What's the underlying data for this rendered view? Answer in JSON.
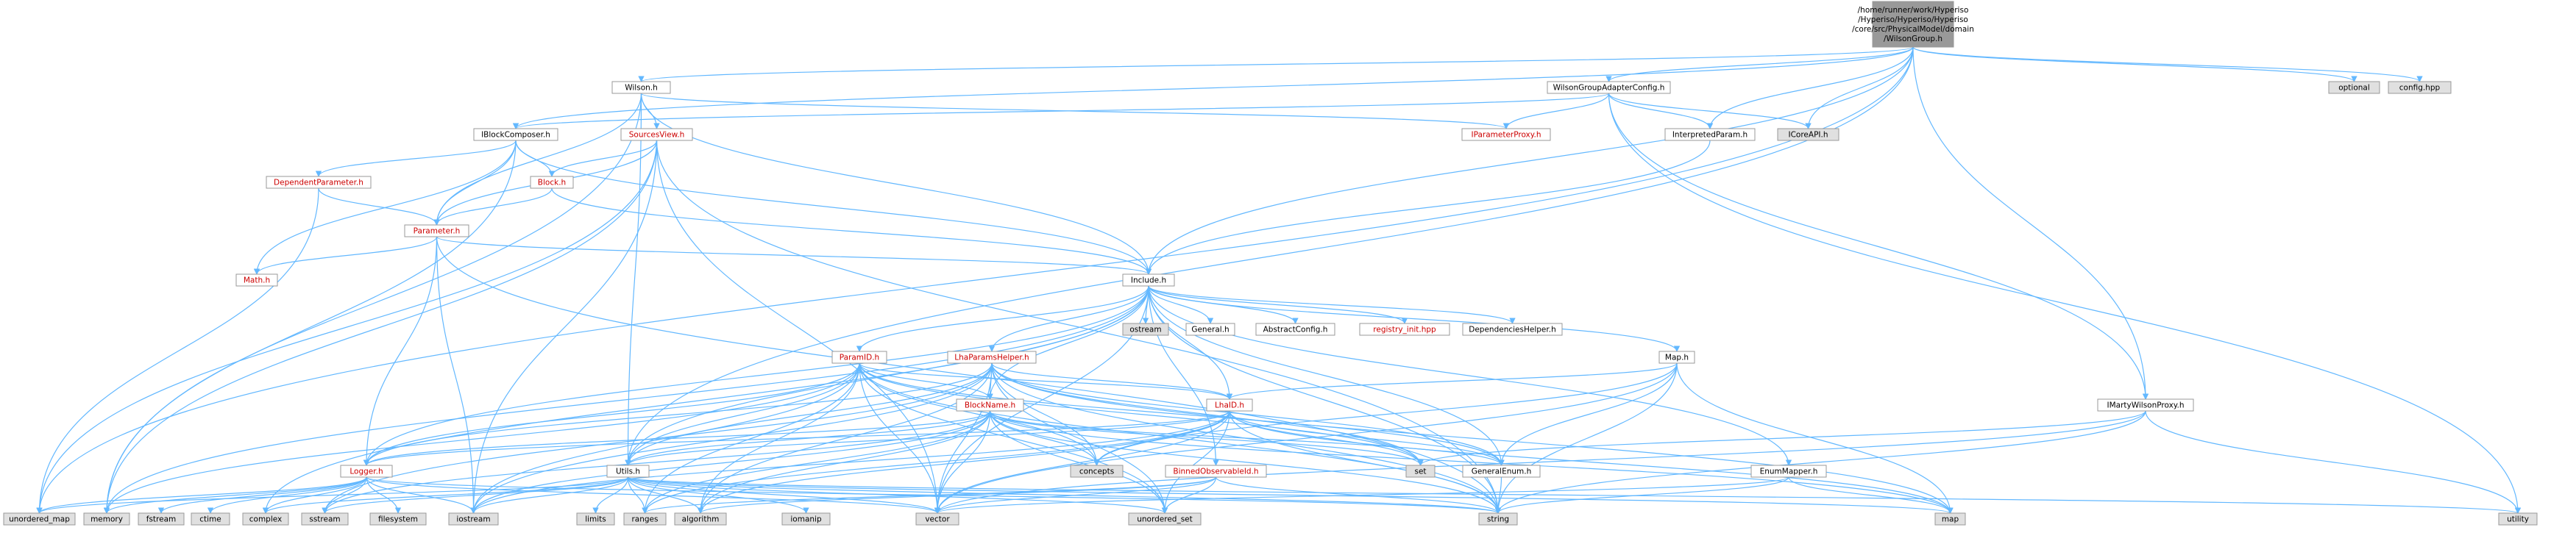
{
  "graph": {
    "colors": {
      "root_fill": "#999999",
      "local_fill": "#ffffff",
      "system_fill": "#e0e0e0",
      "red_text": "#cc0000",
      "normal_text": "#000000",
      "border": "#999999",
      "edge": "#63b8ff"
    },
    "nodes": [
      {
        "id": "root",
        "lines": [
          "/home/runner/work/Hyperiso",
          "/Hyperiso/Hyperiso/Hyperiso",
          "/core/src/PhysicalModel/domain",
          "/WilsonGroup.h"
        ],
        "kind": "root"
      },
      {
        "id": "wilson",
        "lines": [
          "Wilson.h"
        ],
        "kind": "local"
      },
      {
        "id": "wgac",
        "lines": [
          "WilsonGroupAdapterConfig.h"
        ],
        "kind": "local"
      },
      {
        "id": "optional",
        "lines": [
          "optional"
        ],
        "kind": "system"
      },
      {
        "id": "confighpp",
        "lines": [
          "config.hpp"
        ],
        "kind": "system"
      },
      {
        "id": "iblock",
        "lines": [
          "IBlockComposer.h"
        ],
        "kind": "local"
      },
      {
        "id": "sourcesview",
        "lines": [
          "SourcesView.h"
        ],
        "kind": "red"
      },
      {
        "id": "iparamproxy",
        "lines": [
          "IParameterProxy.h"
        ],
        "kind": "red"
      },
      {
        "id": "interpparam",
        "lines": [
          "InterpretedParam.h"
        ],
        "kind": "local"
      },
      {
        "id": "icoreapi",
        "lines": [
          "ICoreAPI.h"
        ],
        "kind": "system"
      },
      {
        "id": "depparam",
        "lines": [
          "DependentParameter.h"
        ],
        "kind": "red"
      },
      {
        "id": "block",
        "lines": [
          "Block.h"
        ],
        "kind": "red"
      },
      {
        "id": "parameter",
        "lines": [
          "Parameter.h"
        ],
        "kind": "red"
      },
      {
        "id": "math",
        "lines": [
          "Math.h"
        ],
        "kind": "red"
      },
      {
        "id": "include",
        "lines": [
          "Include.h"
        ],
        "kind": "local"
      },
      {
        "id": "ostream",
        "lines": [
          "ostream"
        ],
        "kind": "system"
      },
      {
        "id": "general",
        "lines": [
          "General.h"
        ],
        "kind": "local"
      },
      {
        "id": "abstractconfig",
        "lines": [
          "AbstractConfig.h"
        ],
        "kind": "local"
      },
      {
        "id": "registry",
        "lines": [
          "registry_init.hpp"
        ],
        "kind": "red"
      },
      {
        "id": "dephelper",
        "lines": [
          "DependenciesHelper.h"
        ],
        "kind": "local"
      },
      {
        "id": "paramid",
        "lines": [
          "ParamID.h"
        ],
        "kind": "red"
      },
      {
        "id": "lhaparams",
        "lines": [
          "LhaParamsHelper.h"
        ],
        "kind": "red"
      },
      {
        "id": "mapH",
        "lines": [
          "Map.h"
        ],
        "kind": "local"
      },
      {
        "id": "imarty",
        "lines": [
          "IMartyWilsonProxy.h"
        ],
        "kind": "local"
      },
      {
        "id": "blockname",
        "lines": [
          "BlockName.h"
        ],
        "kind": "red"
      },
      {
        "id": "lhaid",
        "lines": [
          "LhaID.h"
        ],
        "kind": "red"
      },
      {
        "id": "logger",
        "lines": [
          "Logger.h"
        ],
        "kind": "red"
      },
      {
        "id": "utils",
        "lines": [
          "Utils.h"
        ],
        "kind": "local"
      },
      {
        "id": "concepts",
        "lines": [
          "concepts"
        ],
        "kind": "system"
      },
      {
        "id": "set",
        "lines": [
          "set"
        ],
        "kind": "system"
      },
      {
        "id": "genenum",
        "lines": [
          "GeneralEnum.h"
        ],
        "kind": "local"
      },
      {
        "id": "binned",
        "lines": [
          "BinnedObservableId.h"
        ],
        "kind": "red"
      },
      {
        "id": "enummapper",
        "lines": [
          "EnumMapper.h"
        ],
        "kind": "local"
      },
      {
        "id": "unordered_map",
        "lines": [
          "unordered_map"
        ],
        "kind": "system"
      },
      {
        "id": "memory",
        "lines": [
          "memory"
        ],
        "kind": "system"
      },
      {
        "id": "fstream",
        "lines": [
          "fstream"
        ],
        "kind": "system"
      },
      {
        "id": "ctime",
        "lines": [
          "ctime"
        ],
        "kind": "system"
      },
      {
        "id": "complex",
        "lines": [
          "complex"
        ],
        "kind": "system"
      },
      {
        "id": "sstream",
        "lines": [
          "sstream"
        ],
        "kind": "system"
      },
      {
        "id": "filesystem",
        "lines": [
          "filesystem"
        ],
        "kind": "system"
      },
      {
        "id": "iostream",
        "lines": [
          "iostream"
        ],
        "kind": "system"
      },
      {
        "id": "limits",
        "lines": [
          "limits"
        ],
        "kind": "system"
      },
      {
        "id": "ranges",
        "lines": [
          "ranges"
        ],
        "kind": "system"
      },
      {
        "id": "algorithm",
        "lines": [
          "algorithm"
        ],
        "kind": "system"
      },
      {
        "id": "iomanip",
        "lines": [
          "iomanip"
        ],
        "kind": "system"
      },
      {
        "id": "vector",
        "lines": [
          "vector"
        ],
        "kind": "system"
      },
      {
        "id": "unordered_set",
        "lines": [
          "unordered_set"
        ],
        "kind": "system"
      },
      {
        "id": "string",
        "lines": [
          "string"
        ],
        "kind": "system"
      },
      {
        "id": "map",
        "lines": [
          "map"
        ],
        "kind": "system"
      },
      {
        "id": "utility",
        "lines": [
          "utility"
        ],
        "kind": "system"
      }
    ],
    "edges": [
      [
        "root",
        "wilson"
      ],
      [
        "root",
        "wgac"
      ],
      [
        "root",
        "optional"
      ],
      [
        "root",
        "confighpp"
      ],
      [
        "root",
        "iblock"
      ],
      [
        "root",
        "interpparam"
      ],
      [
        "root",
        "icoreapi"
      ],
      [
        "root",
        "include"
      ],
      [
        "root",
        "imarty"
      ],
      [
        "root",
        "unordered_map"
      ],
      [
        "root",
        "utils"
      ],
      [
        "wilson",
        "sourcesview"
      ],
      [
        "wilson",
        "iparamproxy"
      ],
      [
        "wilson",
        "parameter"
      ],
      [
        "wilson",
        "include"
      ],
      [
        "wilson",
        "utils"
      ],
      [
        "wilson",
        "memory"
      ],
      [
        "wgac",
        "iblock"
      ],
      [
        "wgac",
        "iparamproxy"
      ],
      [
        "wgac",
        "interpparam"
      ],
      [
        "wgac",
        "icoreapi"
      ],
      [
        "wgac",
        "imarty"
      ],
      [
        "wgac",
        "utility"
      ],
      [
        "iblock",
        "depparam"
      ],
      [
        "iblock",
        "block"
      ],
      [
        "iblock",
        "parameter"
      ],
      [
        "iblock",
        "include"
      ],
      [
        "iblock",
        "memory"
      ],
      [
        "iblock",
        "math"
      ],
      [
        "sourcesview",
        "block"
      ],
      [
        "sourcesview",
        "parameter"
      ],
      [
        "sourcesview",
        "memory"
      ],
      [
        "sourcesview",
        "unordered_map"
      ],
      [
        "sourcesview",
        "string"
      ],
      [
        "sourcesview",
        "vector"
      ],
      [
        "sourcesview",
        "iostream"
      ],
      [
        "interpparam",
        "include"
      ],
      [
        "depparam",
        "parameter"
      ],
      [
        "depparam",
        "unordered_map"
      ],
      [
        "block",
        "parameter"
      ],
      [
        "block",
        "include"
      ],
      [
        "parameter",
        "math"
      ],
      [
        "parameter",
        "include"
      ],
      [
        "parameter",
        "logger"
      ],
      [
        "parameter",
        "string"
      ],
      [
        "parameter",
        "iostream"
      ],
      [
        "include",
        "ostream"
      ],
      [
        "include",
        "general"
      ],
      [
        "include",
        "abstractconfig"
      ],
      [
        "include",
        "registry"
      ],
      [
        "include",
        "dephelper"
      ],
      [
        "include",
        "paramid"
      ],
      [
        "include",
        "lhaparams"
      ],
      [
        "include",
        "mapH"
      ],
      [
        "include",
        "blockname"
      ],
      [
        "include",
        "lhaid"
      ],
      [
        "include",
        "logger"
      ],
      [
        "include",
        "utils"
      ],
      [
        "include",
        "genenum"
      ],
      [
        "include",
        "binned"
      ],
      [
        "include",
        "enummapper"
      ],
      [
        "include",
        "string"
      ],
      [
        "include",
        "vector"
      ],
      [
        "include",
        "complex"
      ],
      [
        "include",
        "memory"
      ],
      [
        "paramid",
        "blockname"
      ],
      [
        "paramid",
        "lhaid"
      ],
      [
        "paramid",
        "logger"
      ],
      [
        "paramid",
        "utils"
      ],
      [
        "paramid",
        "concepts"
      ],
      [
        "paramid",
        "genenum"
      ],
      [
        "paramid",
        "string"
      ],
      [
        "paramid",
        "vector"
      ],
      [
        "paramid",
        "iostream"
      ],
      [
        "paramid",
        "set"
      ],
      [
        "paramid",
        "unordered_set"
      ],
      [
        "paramid",
        "algorithm"
      ],
      [
        "paramid",
        "memory"
      ],
      [
        "paramid",
        "ranges"
      ],
      [
        "lhaparams",
        "blockname"
      ],
      [
        "lhaparams",
        "lhaid"
      ],
      [
        "lhaparams",
        "logger"
      ],
      [
        "lhaparams",
        "utils"
      ],
      [
        "lhaparams",
        "set"
      ],
      [
        "lhaparams",
        "genenum"
      ],
      [
        "lhaparams",
        "map"
      ],
      [
        "lhaparams",
        "string"
      ],
      [
        "lhaparams",
        "vector"
      ],
      [
        "lhaparams",
        "concepts"
      ],
      [
        "lhaparams",
        "iostream"
      ],
      [
        "lhaparams",
        "unordered_set"
      ],
      [
        "lhaparams",
        "algorithm"
      ],
      [
        "lhaparams",
        "sstream"
      ],
      [
        "mapH",
        "lhaid"
      ],
      [
        "mapH",
        "genenum"
      ],
      [
        "mapH",
        "map"
      ],
      [
        "mapH",
        "string"
      ],
      [
        "mapH",
        "vector"
      ],
      [
        "mapH",
        "concepts"
      ],
      [
        "imarty",
        "set"
      ],
      [
        "imarty",
        "string"
      ],
      [
        "imarty",
        "utility"
      ],
      [
        "imarty",
        "vector"
      ],
      [
        "blockname",
        "logger"
      ],
      [
        "blockname",
        "utils"
      ],
      [
        "blockname",
        "concepts"
      ],
      [
        "blockname",
        "set"
      ],
      [
        "blockname",
        "genenum"
      ],
      [
        "blockname",
        "string"
      ],
      [
        "blockname",
        "vector"
      ],
      [
        "blockname",
        "unordered_set"
      ],
      [
        "blockname",
        "map"
      ],
      [
        "blockname",
        "iostream"
      ],
      [
        "blockname",
        "algorithm"
      ],
      [
        "blockname",
        "ranges"
      ],
      [
        "blockname",
        "sstream"
      ],
      [
        "lhaid",
        "logger"
      ],
      [
        "lhaid",
        "utils"
      ],
      [
        "lhaid",
        "concepts"
      ],
      [
        "lhaid",
        "set"
      ],
      [
        "lhaid",
        "genenum"
      ],
      [
        "lhaid",
        "string"
      ],
      [
        "lhaid",
        "vector"
      ],
      [
        "lhaid",
        "unordered_set"
      ],
      [
        "lhaid",
        "map"
      ],
      [
        "lhaid",
        "iostream"
      ],
      [
        "lhaid",
        "ranges"
      ],
      [
        "lhaid",
        "algorithm"
      ],
      [
        "logger",
        "memory"
      ],
      [
        "logger",
        "fstream"
      ],
      [
        "logger",
        "ctime"
      ],
      [
        "logger",
        "complex"
      ],
      [
        "logger",
        "sstream"
      ],
      [
        "logger",
        "filesystem"
      ],
      [
        "logger",
        "iostream"
      ],
      [
        "logger",
        "vector"
      ],
      [
        "logger",
        "string"
      ],
      [
        "logger",
        "unordered_map"
      ],
      [
        "utils",
        "unordered_map"
      ],
      [
        "utils",
        "complex"
      ],
      [
        "utils",
        "sstream"
      ],
      [
        "utils",
        "iostream"
      ],
      [
        "utils",
        "limits"
      ],
      [
        "utils",
        "ranges"
      ],
      [
        "utils",
        "algorithm"
      ],
      [
        "utils",
        "iomanip"
      ],
      [
        "utils",
        "vector"
      ],
      [
        "utils",
        "unordered_set"
      ],
      [
        "utils",
        "string"
      ],
      [
        "utils",
        "map"
      ],
      [
        "utils",
        "utility"
      ],
      [
        "binned",
        "vector"
      ],
      [
        "binned",
        "string"
      ],
      [
        "binned",
        "algorithm"
      ],
      [
        "binned",
        "unordered_set"
      ],
      [
        "binned",
        "ranges"
      ],
      [
        "enummapper",
        "map"
      ],
      [
        "enummapper",
        "string"
      ],
      [
        "enummapper",
        "vector"
      ],
      [
        "genenum",
        "string"
      ]
    ]
  }
}
